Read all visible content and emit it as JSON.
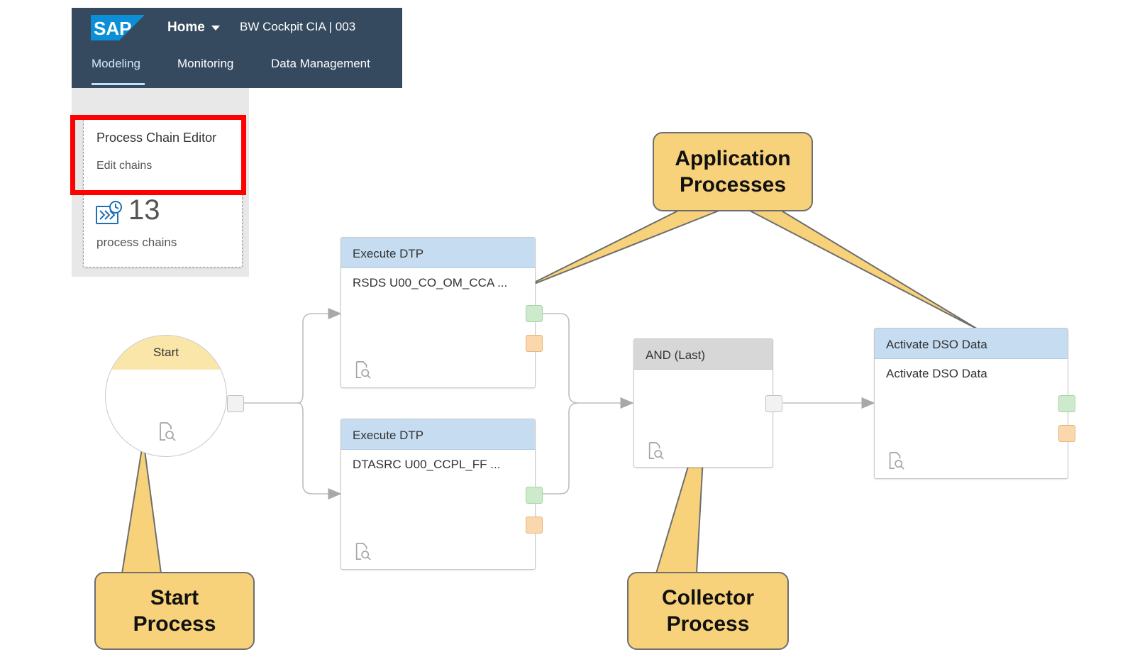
{
  "shell": {
    "logo": "SAP",
    "home_label": "Home",
    "subtitle": "BW Cockpit CIA | 003",
    "tabs": [
      {
        "label": "Modeling",
        "active": true
      },
      {
        "label": "Monitoring",
        "active": false
      },
      {
        "label": "Data Management",
        "active": false
      }
    ],
    "bar_color": "#354a5f"
  },
  "tile": {
    "title": "Process Chain Editor",
    "subtitle": "Edit chains",
    "count": "13",
    "count_unit": "process chains",
    "icon": "process-chain-icon"
  },
  "chain": {
    "start": {
      "label": "Start"
    },
    "dtp1": {
      "header": "Execute DTP",
      "detail": "RSDS U00_CO_OM_CCA ..."
    },
    "dtp2": {
      "header": "Execute DTP",
      "detail": "DTASRC U00_CCPL_FF ..."
    },
    "and": {
      "header": "AND (Last)"
    },
    "dso": {
      "header": "Activate DSO Data",
      "detail": "Activate DSO Data"
    },
    "colors": {
      "header_blue": "#c5dcf1",
      "start_yellow": "#fbe6a9",
      "ok_port": "#cdeacd",
      "error_port": "#fad7ad"
    }
  },
  "callouts": {
    "application": {
      "line1": "Application",
      "line2": "Processes"
    },
    "start": {
      "line1": "Start",
      "line2": "Process"
    },
    "collector": {
      "line1": "Collector",
      "line2": "Process"
    },
    "fill": "#f7d27a",
    "highlight_color": "#ff0000"
  }
}
